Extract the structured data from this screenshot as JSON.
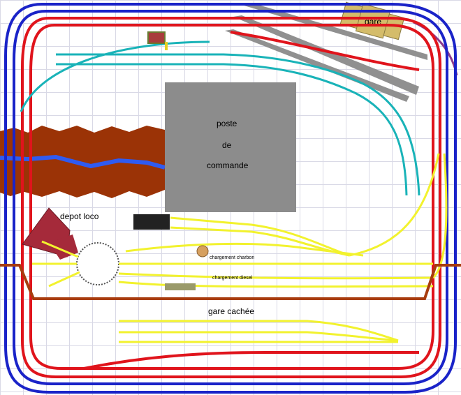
{
  "labels": {
    "gare": "gare",
    "poste_line1": "poste",
    "poste_line2": "de",
    "poste_line3": "commande",
    "depot": "depot loco",
    "charbon": "chargement charbon",
    "diesel": "chargement diesel",
    "gare_cachee": "gare cachée"
  },
  "colors": {
    "outer_loop": "#1a23c8",
    "inner_loop": "#e0141c",
    "branch": "#19b3b8",
    "yard": "#f2f22e",
    "river_bank": "#9b3306",
    "river": "#2f5bf2",
    "building": "#8c8c8c",
    "platform": "#909090",
    "depot": "#a52a3a",
    "terrain_edge": "#a83c0e",
    "spur": "#8b3a8b"
  }
}
